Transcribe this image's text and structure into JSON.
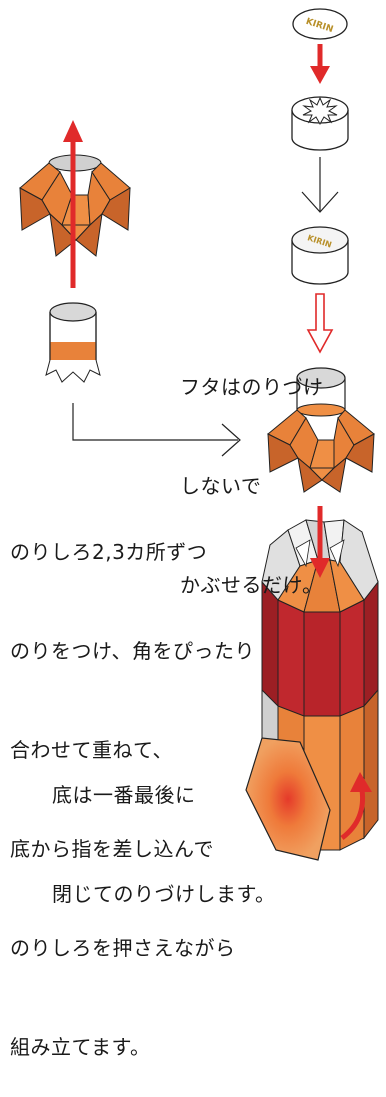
{
  "logo_text": "KIRIN",
  "notes": {
    "lid": [
      "フタはのりづけ",
      "しないで",
      "かぶせるだけ。"
    ],
    "glue": [
      "のりしろ2,3カ所ずつ",
      "のりをつけ、角をぴったり",
      "合わせて重ねて、",
      "底から指を差し込んで",
      "のりしろを押さえながら",
      "組み立てます。"
    ],
    "bottom": [
      "底は一番最後に",
      "閉じてのりづけします。"
    ]
  },
  "colors": {
    "orange": "#e8823a",
    "dark_orange": "#c8642a",
    "red": "#c0282e",
    "dark_red": "#9c1f24",
    "arrow_red": "#e02a2a",
    "gray": "#d8d8d8",
    "gold": "#b8902a"
  }
}
